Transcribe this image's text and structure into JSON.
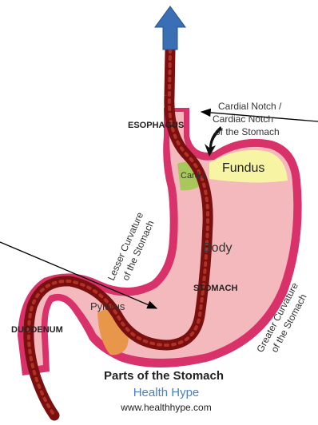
{
  "labels": {
    "cardiac_notch_line1": "Cardial Notch /",
    "cardiac_notch_line2": "Cardiac Notch",
    "cardiac_notch_line3": "of the Stomach",
    "esophagus": "ESOPHAGUS",
    "fundus": "Fundus",
    "cardia": "Cardia",
    "body": "Body",
    "lesser_curvature_line1": "Lesser Curvature",
    "lesser_curvature_line2": "of the Stomach",
    "stomach": "STOMACH",
    "pylorus": "Pylorus",
    "duodenum": "DUODENUM",
    "greater_curvature_line1": "Greater Curvature",
    "greater_curvature_line2": "of the Stomach"
  },
  "caption": {
    "title": "Parts of the Stomach",
    "brand": "Health Hype",
    "url": "www.healthhype.com"
  },
  "colors": {
    "stomach_outline": "#d9316a",
    "stomach_fill": "#f3b9bd",
    "fundus_fill": "#f7f4a3",
    "cardia_fill": "#a9c85a",
    "pylorus_fill": "#e8964a",
    "tube": "#7a0f10",
    "arrow": "#3a6fb5",
    "brand": "#4a7fc1"
  }
}
